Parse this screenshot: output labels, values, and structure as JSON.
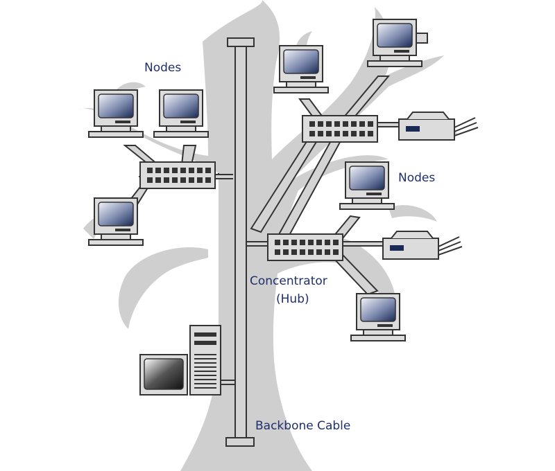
{
  "labels": {
    "nodes_left": "Nodes",
    "nodes_right": "Nodes",
    "concentrator_line1": "Concentrator",
    "concentrator_line2": "(Hub)",
    "backbone": "Backbone Cable"
  },
  "colors": {
    "tree": "#cfcfcf",
    "device_fill": "#dcdcdc",
    "outline": "#333333",
    "label_text": "#1f2f6b",
    "screen_dark": "#1a2a55",
    "screen_light": "#f2f4f8"
  }
}
